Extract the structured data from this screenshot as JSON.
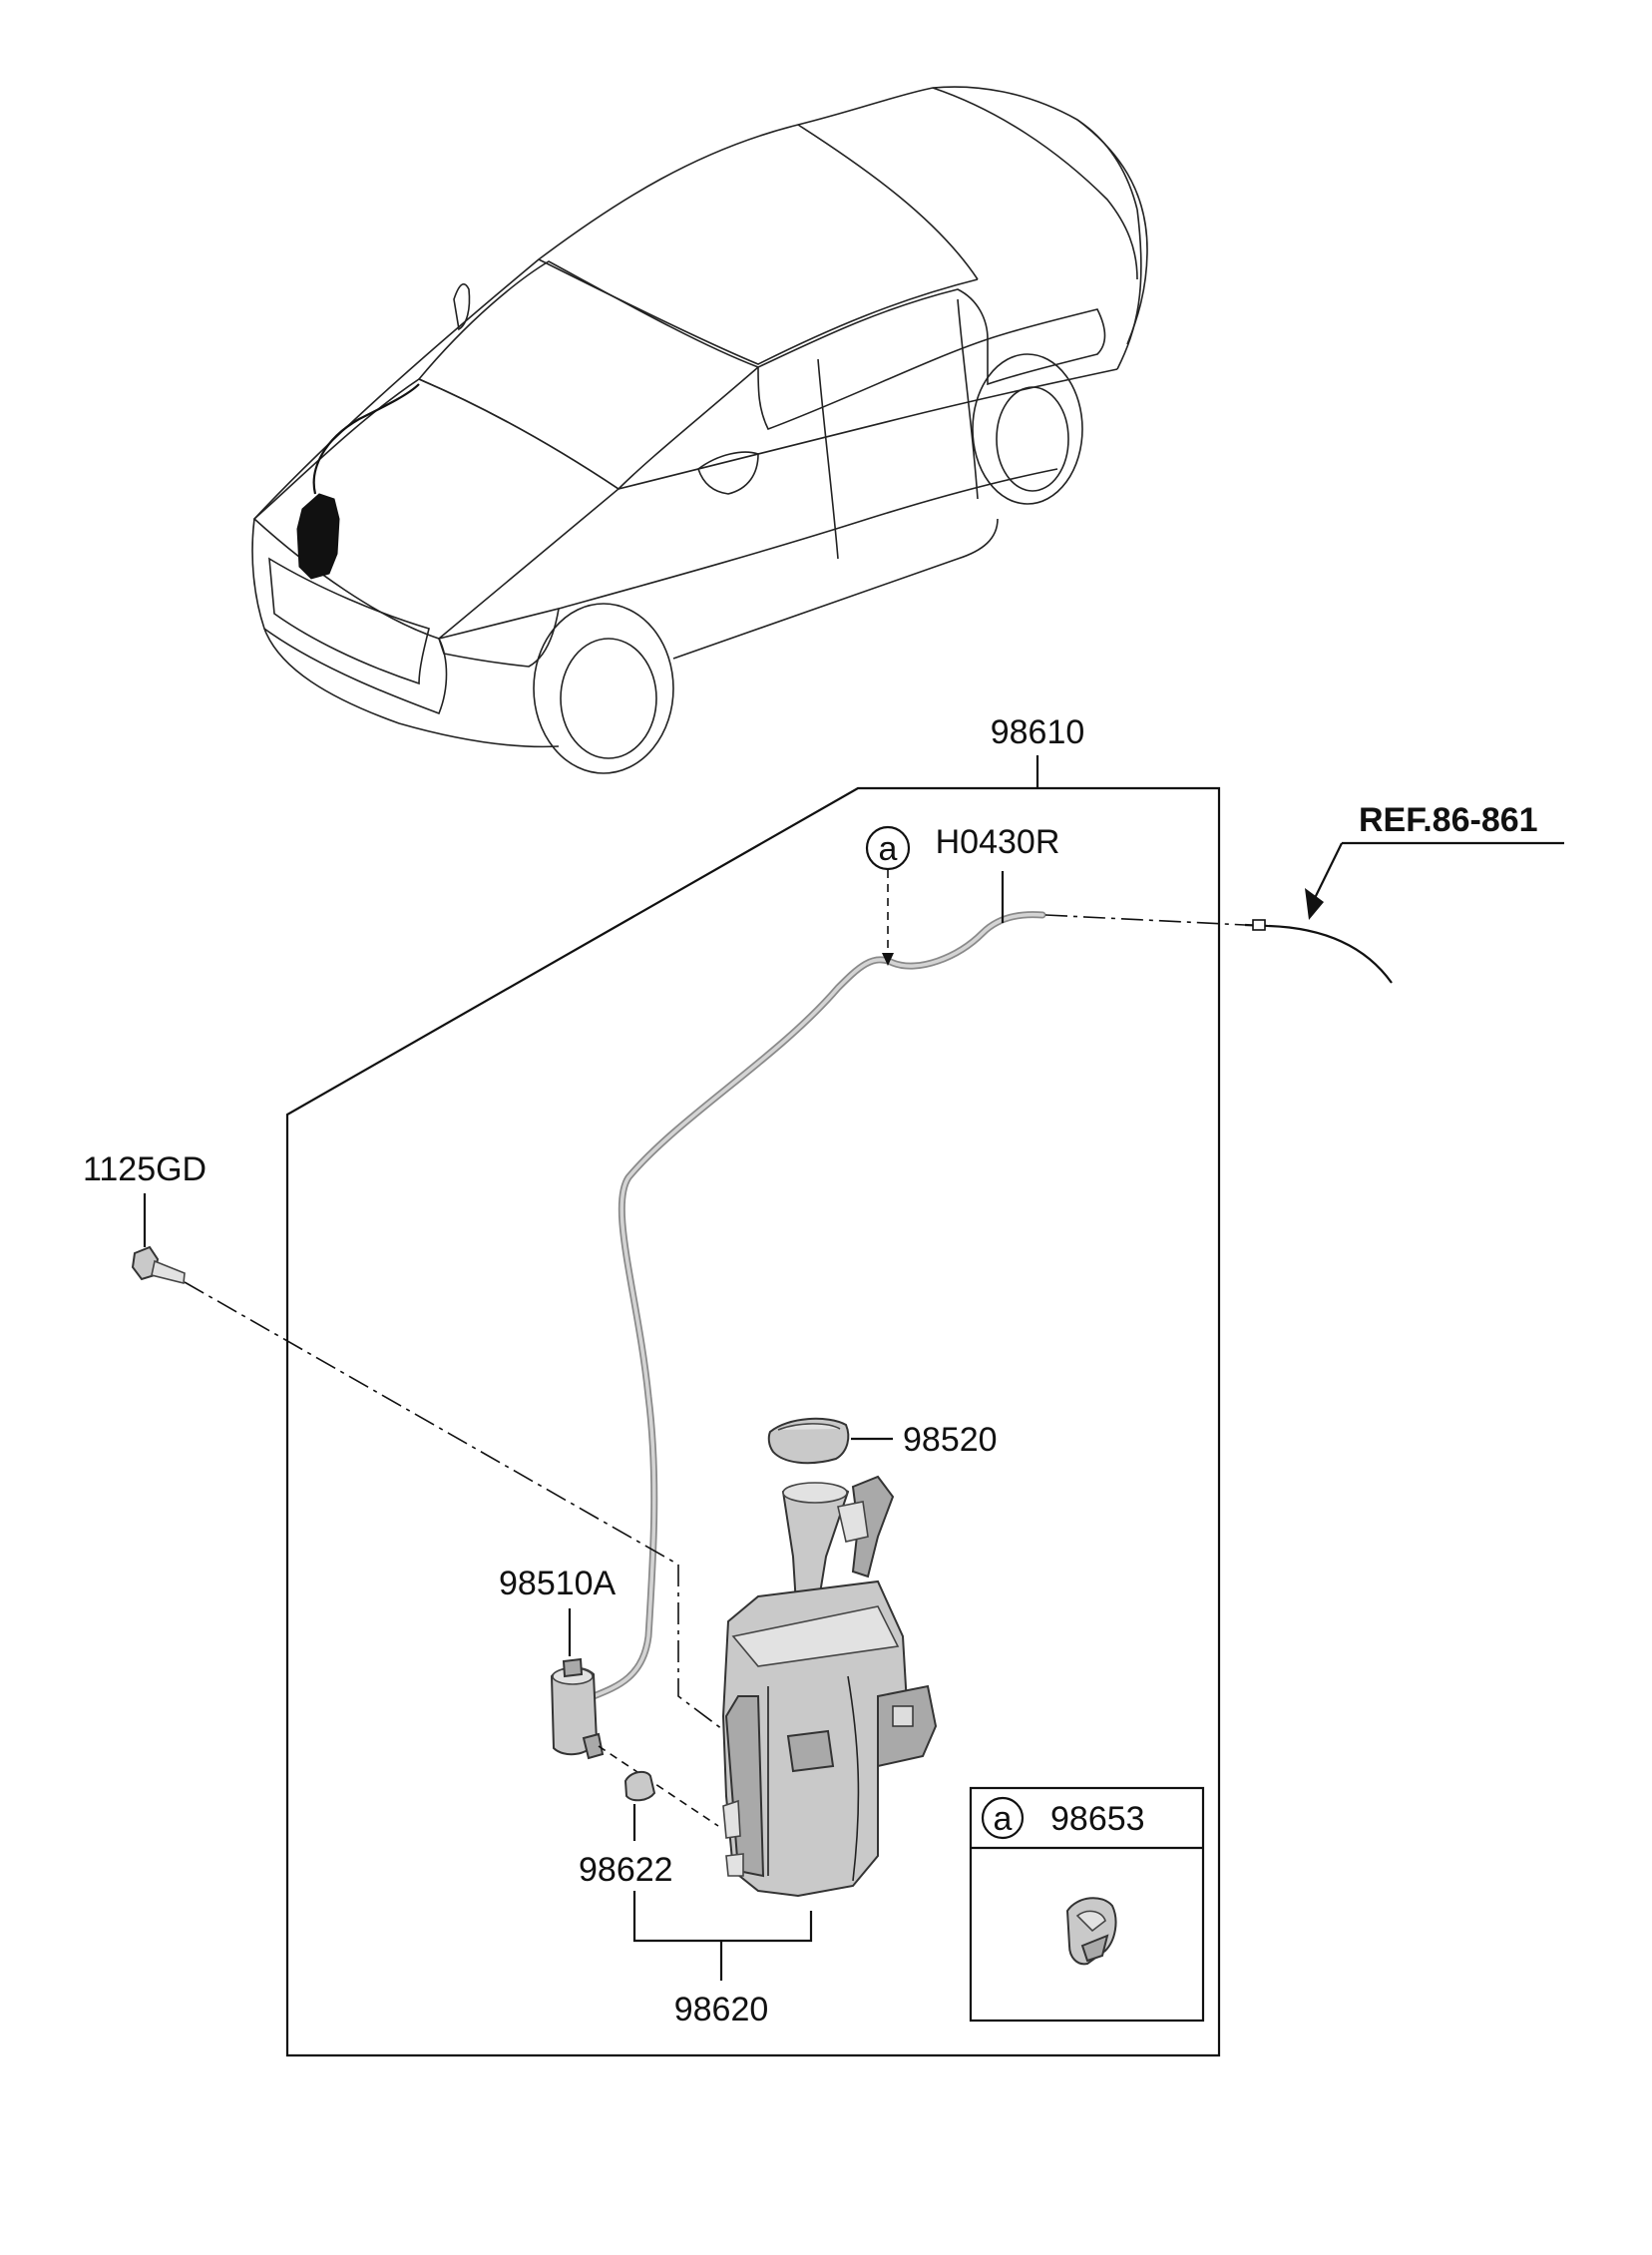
{
  "labels": {
    "assembly": "98610",
    "hose": "H0430R",
    "ref": "REF.86-861",
    "bolt": "1125GD",
    "cap": "98520",
    "pump": "98510A",
    "grommet": "98622",
    "reservoir": "98620",
    "clip": "98653"
  },
  "callout_letter": "a",
  "colors": {
    "line": "#111111",
    "part_fill": "#c9c9c9",
    "car_silhouette": "#111111",
    "background": "#ffffff"
  }
}
